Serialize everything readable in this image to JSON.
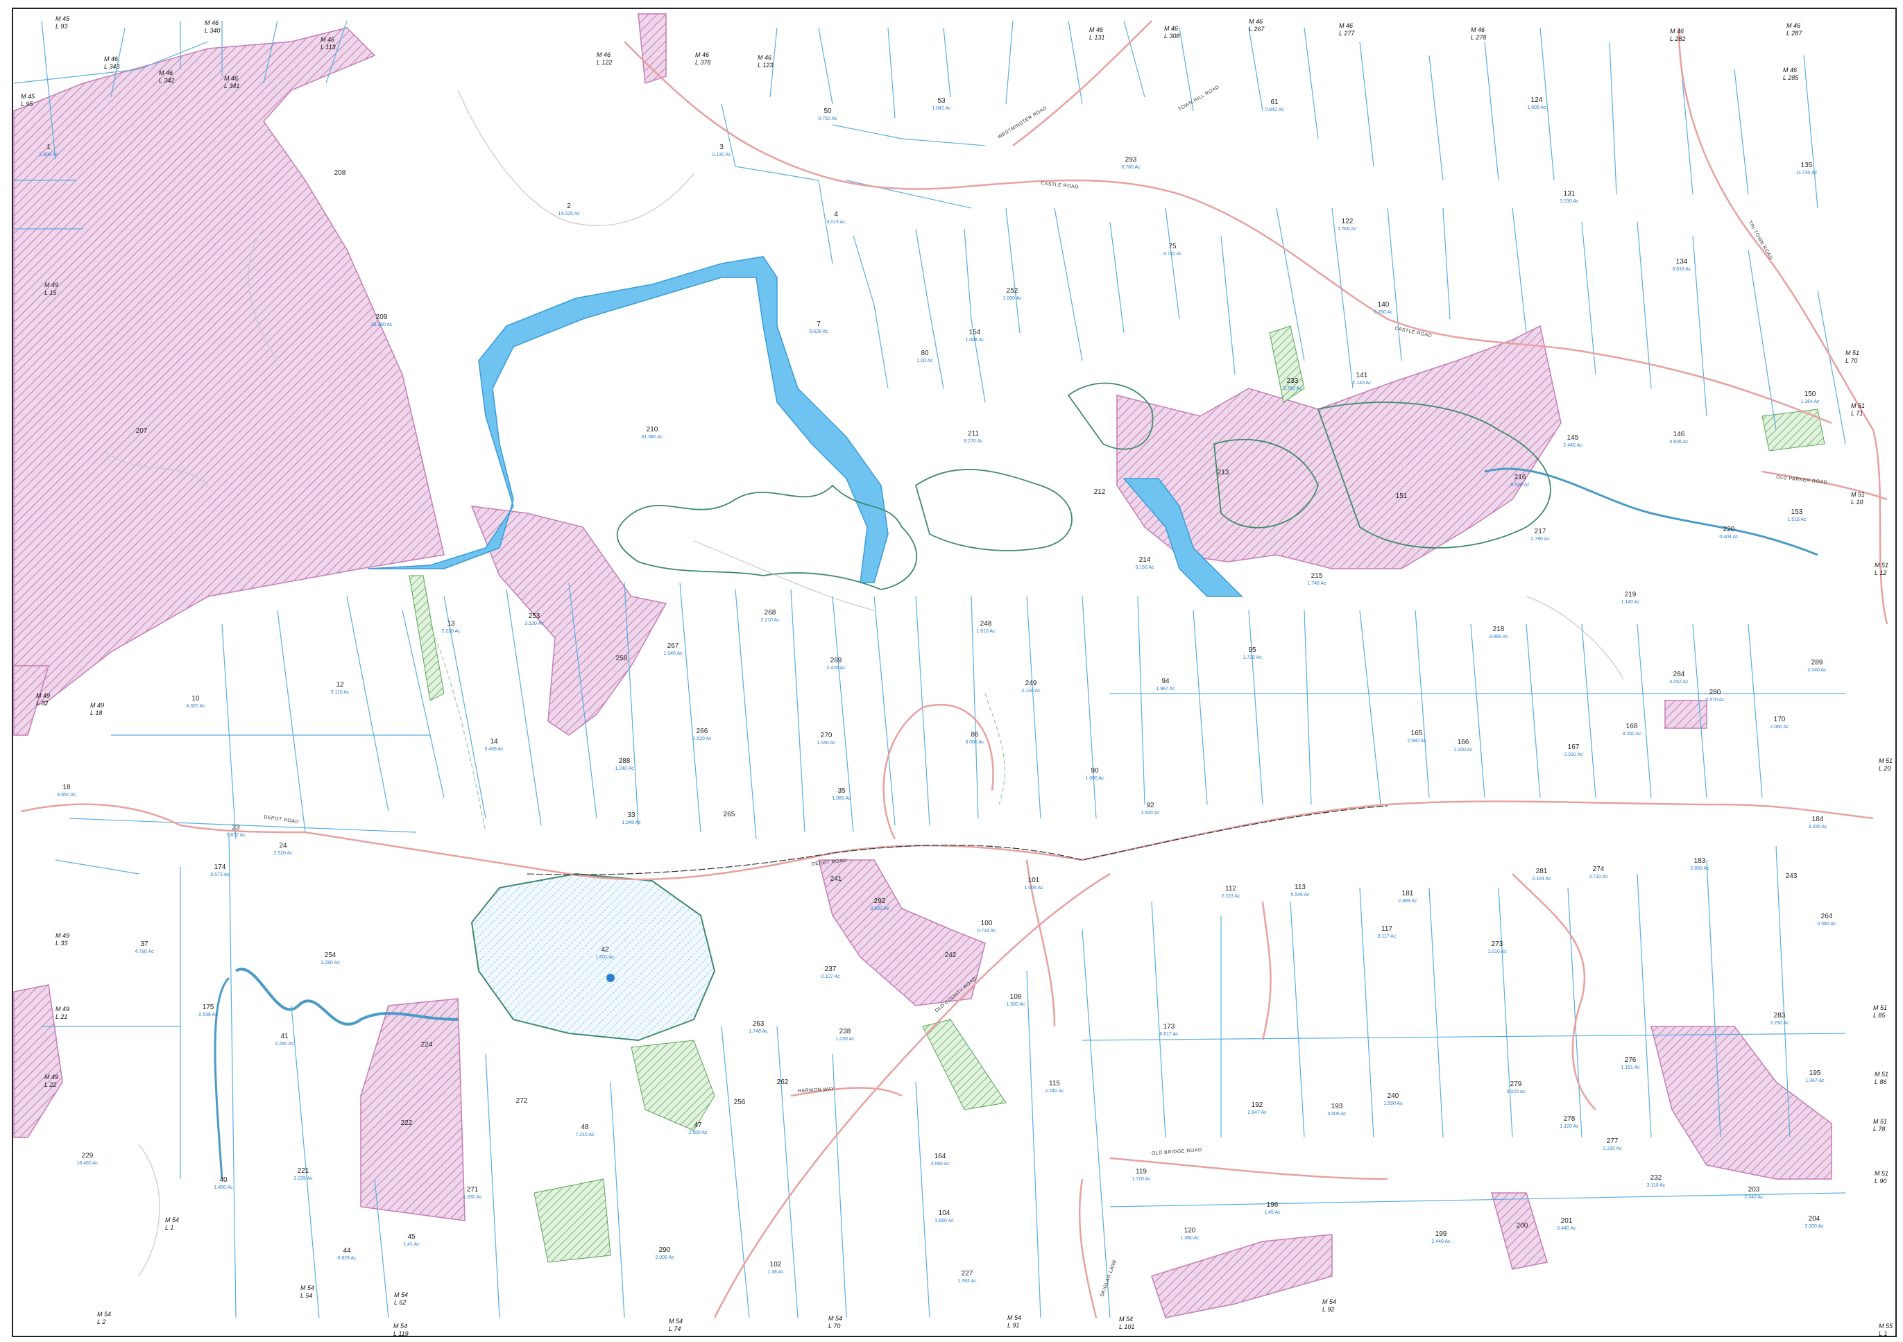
{
  "map": {
    "colors": {
      "parcel_line": "#5aaee0",
      "road": "#e8a0a0",
      "water": "#6fc3f0",
      "wetland_line": "#3f8a6a",
      "conservation_hatch": "#c77cb6",
      "conservation_fill": "#e9cfe5",
      "open_space_hatch": "#55a655",
      "open_space_fill": "#d7ecd2",
      "contour": "#bdbdbd",
      "rail": "#333333"
    },
    "roads": [
      {
        "id": "castle-road",
        "label": "CASTLE ROAD"
      },
      {
        "id": "town-hill-road",
        "label": "TOWN HILL ROAD"
      },
      {
        "id": "westminster-road",
        "label": "WESTMINSTER ROAD"
      },
      {
        "id": "depot-road",
        "label": "DEPOT ROAD"
      },
      {
        "id": "old-county-road",
        "label": "OLD COUNTY ROAD"
      },
      {
        "id": "old-bridge-road",
        "label": "OLD BRIDGE ROAD"
      },
      {
        "id": "skiglar-lane",
        "label": "SKIGLAR LANE"
      },
      {
        "id": "harmon-way",
        "label": "HARMON WAY"
      },
      {
        "id": "tri-town-road",
        "label": "TRI-TOWN ROAD"
      },
      {
        "id": "old-parker-road",
        "label": "OLD PARKER ROAD"
      }
    ],
    "sheet_refs": [
      {
        "m": "M 45",
        "l": "L 93"
      },
      {
        "m": "M 45",
        "l": "L 95"
      },
      {
        "m": "M 46",
        "l": "L 340"
      },
      {
        "m": "M 46",
        "l": "L 122"
      },
      {
        "m": "M 46",
        "l": "L 113"
      },
      {
        "m": "M 46",
        "l": "L 343"
      },
      {
        "m": "M 46",
        "l": "L 342"
      },
      {
        "m": "M 46",
        "l": "L 341"
      },
      {
        "m": "M 46",
        "l": "L 378"
      },
      {
        "m": "M 46",
        "l": "L 123"
      },
      {
        "m": "M 46",
        "l": "L 131"
      },
      {
        "m": "M 46",
        "l": "L 308"
      },
      {
        "m": "M 46",
        "l": "L 267"
      },
      {
        "m": "M 46",
        "l": "L 277"
      },
      {
        "m": "M 46",
        "l": "L 278"
      },
      {
        "m": "M 46",
        "l": "L 282"
      },
      {
        "m": "M 46",
        "l": "L 287"
      },
      {
        "m": "M 46",
        "l": "L 285"
      },
      {
        "m": "M 49",
        "l": "L 15"
      },
      {
        "m": "M 49",
        "l": "L 32"
      },
      {
        "m": "M 49",
        "l": "L 18"
      },
      {
        "m": "M 49",
        "l": "L 33"
      },
      {
        "m": "M 49",
        "l": "L 21"
      },
      {
        "m": "M 49",
        "l": "L 22"
      },
      {
        "m": "M 51",
        "l": "L 70"
      },
      {
        "m": "M 51",
        "l": "L 71"
      },
      {
        "m": "M 51",
        "l": "L 10"
      },
      {
        "m": "M 51",
        "l": "L 12"
      },
      {
        "m": "M 51",
        "l": "L 20"
      },
      {
        "m": "M 51",
        "l": "L 85"
      },
      {
        "m": "M 51",
        "l": "L 86"
      },
      {
        "m": "M 51",
        "l": "L 78"
      },
      {
        "m": "M 51",
        "l": "L 90"
      },
      {
        "m": "M 54",
        "l": "L 1"
      },
      {
        "m": "M 54",
        "l": "L 2"
      },
      {
        "m": "M 54",
        "l": "L 54"
      },
      {
        "m": "M 54",
        "l": "L 62"
      },
      {
        "m": "M 54",
        "l": "L 119"
      },
      {
        "m": "M 54",
        "l": "L 74"
      },
      {
        "m": "M 54",
        "l": "L 70"
      },
      {
        "m": "M 54",
        "l": "L 91"
      },
      {
        "m": "M 54",
        "l": "L 101"
      },
      {
        "m": "M 54",
        "l": "L 92"
      },
      {
        "m": "M 55",
        "l": "L 1"
      }
    ],
    "parcels": [
      {
        "id": "1",
        "acres": "2.806 Ac"
      },
      {
        "id": "2",
        "acres": "14.026 Ac"
      },
      {
        "id": "3",
        "acres": "2.130 Ac"
      },
      {
        "id": "4",
        "acres": "3.013 Ac"
      },
      {
        "id": "7",
        "acres": "0.628 Ac"
      },
      {
        "id": "10",
        "acres": "4.320 Ac"
      },
      {
        "id": "12",
        "acres": "3.110 Ac"
      },
      {
        "id": "13",
        "acres": "2.220 Ac"
      },
      {
        "id": "14",
        "acres": "5.469 Ac"
      },
      {
        "id": "18",
        "acres": "4.860 Ac"
      },
      {
        "id": "23",
        "acres": "1.872 Ac"
      },
      {
        "id": "24",
        "acres": "2.520 Ac"
      },
      {
        "id": "33",
        "acres": "1.848 Ac"
      },
      {
        "id": "35",
        "acres": "1.085 Ac"
      },
      {
        "id": "37",
        "acres": "4.780 Ac"
      },
      {
        "id": "40",
        "acres": "1.450 Ac"
      },
      {
        "id": "41",
        "acres": "2.280 Ac"
      },
      {
        "id": "44",
        "acres": "0.828 Ac"
      },
      {
        "id": "45",
        "acres": "1.41 Ac"
      },
      {
        "id": "47",
        "acres": "2.500 Ac"
      },
      {
        "id": "48",
        "acres": "7.210 Ac"
      },
      {
        "id": "50",
        "acres": "0.750 Ac"
      },
      {
        "id": "53",
        "acres": "1.041 Ac"
      },
      {
        "id": "61",
        "acres": "0.842 Ac"
      },
      {
        "id": "75",
        "acres": "3.742 Ac"
      },
      {
        "id": "80",
        "acres": "1.00 Ac"
      },
      {
        "id": "86",
        "acres": "3.000 Ac"
      },
      {
        "id": "90",
        "acres": "1.000 Ac"
      },
      {
        "id": "92",
        "acres": "1.500 Ac"
      },
      {
        "id": "94",
        "acres": "1.987 Ac"
      },
      {
        "id": "95",
        "acres": "1.720 Ac"
      },
      {
        "id": "100",
        "acres": "0.718 Ac"
      },
      {
        "id": "101",
        "acres": "1.008 Ac"
      },
      {
        "id": "102",
        "acres": "1.38 Ac"
      },
      {
        "id": "104",
        "acres": "3.660 Ac"
      },
      {
        "id": "108",
        "acres": "1.500 Ac"
      },
      {
        "id": "112",
        "acres": "2.223 Ac"
      },
      {
        "id": "113",
        "acres": "5.545 Ac"
      },
      {
        "id": "115",
        "acres": "2.240 Ac"
      },
      {
        "id": "117",
        "acres": "3.117 Ac"
      },
      {
        "id": "119",
        "acres": "1.720 Ac"
      },
      {
        "id": "120",
        "acres": "1.380 Ac"
      },
      {
        "id": "122",
        "acres": "1.500 Ac"
      },
      {
        "id": "124",
        "acres": "1.005 Ac"
      },
      {
        "id": "131",
        "acres": "3.230 Ac"
      },
      {
        "id": "134",
        "acres": "3.618 Ac"
      },
      {
        "id": "135",
        "acres": "11.730 Ac"
      },
      {
        "id": "140",
        "acres": "0.760 Ac"
      },
      {
        "id": "141",
        "acres": "2.140 Ac"
      },
      {
        "id": "145",
        "acres": "2.440 Ac"
      },
      {
        "id": "146",
        "acres": "0.836 Ac"
      },
      {
        "id": "150",
        "acres": "1.364 Ac"
      },
      {
        "id": "151",
        "acres": ""
      },
      {
        "id": "153",
        "acres": "1.518 Ac"
      },
      {
        "id": "154",
        "acres": "1.008 Ac"
      },
      {
        "id": "164",
        "acres": "3.660 Ac"
      },
      {
        "id": "165",
        "acres": "2.580 Ac"
      },
      {
        "id": "166",
        "acres": "1.200 Ac"
      },
      {
        "id": "167",
        "acres": "2.010 Ac"
      },
      {
        "id": "168",
        "acres": "3.260 Ac"
      },
      {
        "id": "170",
        "acres": "2.060 Ac"
      },
      {
        "id": "173",
        "acres": "6.617 Ac"
      },
      {
        "id": "174",
        "acres": "0.573 Ac"
      },
      {
        "id": "175",
        "acres": "0.538 Ac"
      },
      {
        "id": "181",
        "acres": "2.889 Ac"
      },
      {
        "id": "183",
        "acres": "2.890 Ac"
      },
      {
        "id": "184",
        "acres": "3.335 Ac"
      },
      {
        "id": "192",
        "acres": "2.847 Ac"
      },
      {
        "id": "193",
        "acres": "3.005 Ac"
      },
      {
        "id": "195",
        "acres": "1.367 Ac"
      },
      {
        "id": "196",
        "acres": "1.45 Ac"
      },
      {
        "id": "199",
        "acres": "2.440 Ac"
      },
      {
        "id": "200",
        "acres": ""
      },
      {
        "id": "201",
        "acres": "0.440 Ac"
      },
      {
        "id": "203",
        "acres": "2.040 Ac"
      },
      {
        "id": "204",
        "acres": "3.500 Ac"
      },
      {
        "id": "207",
        "acres": ""
      },
      {
        "id": "208",
        "acres": ""
      },
      {
        "id": "209",
        "acres": "16.380 Ac"
      },
      {
        "id": "210",
        "acres": "31.380 Ac"
      },
      {
        "id": "211",
        "acres": "8.270 Ac"
      },
      {
        "id": "212",
        "acres": ""
      },
      {
        "id": "213",
        "acres": ""
      },
      {
        "id": "214",
        "acres": "3.150 Ac"
      },
      {
        "id": "215",
        "acres": "1.746 Ac"
      },
      {
        "id": "216",
        "acres": "0.540 Ac"
      },
      {
        "id": "217",
        "acres": "2.780 Ac"
      },
      {
        "id": "218",
        "acres": "3.889 Ac"
      },
      {
        "id": "219",
        "acres": "1.140 Ac"
      },
      {
        "id": "220",
        "acres": "0.404 Ac"
      },
      {
        "id": "221",
        "acres": "3.035 Ac"
      },
      {
        "id": "222",
        "acres": ""
      },
      {
        "id": "224",
        "acres": ""
      },
      {
        "id": "227",
        "acres": "1.392 Ac"
      },
      {
        "id": "229",
        "acres": "16.460 Ac"
      },
      {
        "id": "232",
        "acres": "3.110 Ac"
      },
      {
        "id": "233",
        "acres": "0.760 Ac"
      },
      {
        "id": "237",
        "acres": "0.107 Ac"
      },
      {
        "id": "238",
        "acres": "1.030 Ac"
      },
      {
        "id": "240",
        "acres": "1.550 Ac"
      },
      {
        "id": "241",
        "acres": ""
      },
      {
        "id": "242",
        "acres": ""
      },
      {
        "id": "243",
        "acres": ""
      },
      {
        "id": "248",
        "acres": "1.610 Ac"
      },
      {
        "id": "249",
        "acres": "2.140 Ac"
      },
      {
        "id": "252",
        "acres": "1.000 Ac"
      },
      {
        "id": "253",
        "acres": "3.130 Ac"
      },
      {
        "id": "254",
        "acres": "3.280 Ac"
      },
      {
        "id": "256",
        "acres": ""
      },
      {
        "id": "258",
        "acres": ""
      },
      {
        "id": "262",
        "acres": ""
      },
      {
        "id": "263",
        "acres": "1.748 Ac"
      },
      {
        "id": "264",
        "acres": "0.580 Ac"
      },
      {
        "id": "265",
        "acres": ""
      },
      {
        "id": "266",
        "acres": "2.520 Ac"
      },
      {
        "id": "267",
        "acres": "1.040 Ac"
      },
      {
        "id": "268",
        "acres": "2.210 Ac"
      },
      {
        "id": "269",
        "acres": "2.426 Ac"
      },
      {
        "id": "270",
        "acres": "1.040 Ac"
      },
      {
        "id": "271",
        "acres": "1.030 Ac"
      },
      {
        "id": "272",
        "acres": ""
      },
      {
        "id": "273",
        "acres": "1.010 Ac"
      },
      {
        "id": "274",
        "acres": "3.710 Ac"
      },
      {
        "id": "276",
        "acres": "1.181 Ac"
      },
      {
        "id": "277",
        "acres": "2.310 Ac"
      },
      {
        "id": "278",
        "acres": "1.120 Ac"
      },
      {
        "id": "279",
        "acres": "3.020 Ac"
      },
      {
        "id": "280",
        "acres": "0.570 Ac"
      },
      {
        "id": "281",
        "acres": "0.164 Ac"
      },
      {
        "id": "283",
        "acres": "3.290 Ac"
      },
      {
        "id": "284",
        "acres": "4.052 Ac"
      },
      {
        "id": "288",
        "acres": "1.240 Ac"
      },
      {
        "id": "289",
        "acres": "2.040 Ac"
      },
      {
        "id": "290",
        "acres": "2.000 Ac"
      },
      {
        "id": "292",
        "acres": "3.830 Ac"
      },
      {
        "id": "293",
        "acres": "0.780 Ac"
      }
    ],
    "features": {
      "pond_label": "42",
      "pond_acres": "1.001 Ac"
    }
  }
}
